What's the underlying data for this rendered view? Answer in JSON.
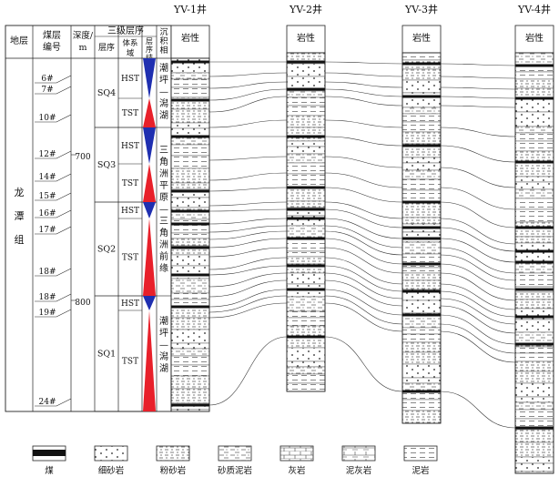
{
  "wells": [
    {
      "name": "YV-1井",
      "lith_label": "岩性"
    },
    {
      "name": "YV-2井",
      "lith_label": "岩性"
    },
    {
      "name": "YV-3井",
      "lith_label": "岩性"
    },
    {
      "name": "YV-4井",
      "lith_label": "岩性"
    }
  ],
  "headers": {
    "stratum": "地层",
    "seam_no": "煤层编号",
    "depth": "深度/m",
    "third_order": "三级层序",
    "sequence": "层序",
    "system_tract": "体系域",
    "structure": "层序结构",
    "facies": "沉积相"
  },
  "formation": "龙潭组",
  "seams": [
    "6#",
    "7#",
    "10#",
    "12#",
    "14#",
    "15#",
    "16#",
    "17#",
    "18上#",
    "18下#",
    "19#",
    "24#"
  ],
  "depth_ticks": [
    "700",
    "800"
  ],
  "sequences": [
    {
      "name": "SQ4",
      "tracts": [
        "HST",
        "TST"
      ]
    },
    {
      "name": "SQ3",
      "tracts": [
        "HST",
        "TST"
      ]
    },
    {
      "name": "SQ2",
      "tracts": [
        "HST",
        "TST"
      ]
    },
    {
      "name": "SQ1",
      "tracts": [
        "HST",
        "TST"
      ]
    }
  ],
  "facies": [
    "潮坪—潟湖",
    "三角洲平原—三角洲前缘",
    "潮坪—潟湖"
  ],
  "legend": [
    {
      "key": "coal",
      "label": "煤"
    },
    {
      "key": "fine_sandstone",
      "label": "细砂岩"
    },
    {
      "key": "siltstone",
      "label": "粉砂岩"
    },
    {
      "key": "sandy_mudstone",
      "label": "砂质泥岩"
    },
    {
      "key": "limestone",
      "label": "灰岩"
    },
    {
      "key": "marl",
      "label": "泥灰岩"
    },
    {
      "key": "mudstone",
      "label": "泥岩"
    }
  ],
  "colors": {
    "tst": "#e8202a",
    "hst": "#1f2fb0",
    "line": "#333333"
  }
}
